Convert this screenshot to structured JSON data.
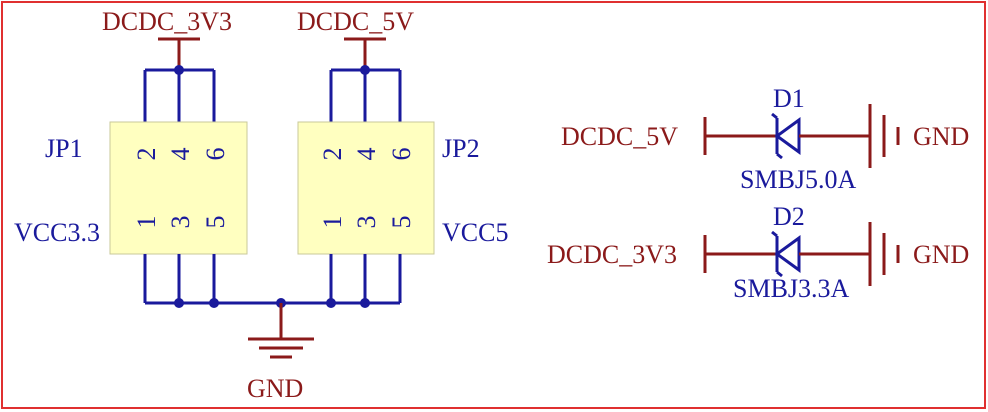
{
  "nets": {
    "top_left": "DCDC_3V3",
    "top_right": "DCDC_5V",
    "gnd_bottom": "GND",
    "d1_left": "DCDC_5V",
    "d1_right": "GND",
    "d2_left": "DCDC_3V3",
    "d2_right": "GND"
  },
  "jp1": {
    "designator": "JP1",
    "net_label": "VCC3.3",
    "top_pins": [
      "2",
      "4",
      "6"
    ],
    "bottom_pins": [
      "1",
      "3",
      "5"
    ]
  },
  "jp2": {
    "designator": "JP2",
    "net_label": "VCC5",
    "top_pins": [
      "2",
      "4",
      "6"
    ],
    "bottom_pins": [
      "1",
      "3",
      "5"
    ]
  },
  "d1": {
    "designator": "D1",
    "part": "SMBJ5.0A"
  },
  "d2": {
    "designator": "D2",
    "part": "SMBJ3.3A"
  },
  "colors": {
    "border": "#e03030",
    "net": "#8b1a1a",
    "wire": "#1a1a9c",
    "component_body": "#ffffc0"
  }
}
